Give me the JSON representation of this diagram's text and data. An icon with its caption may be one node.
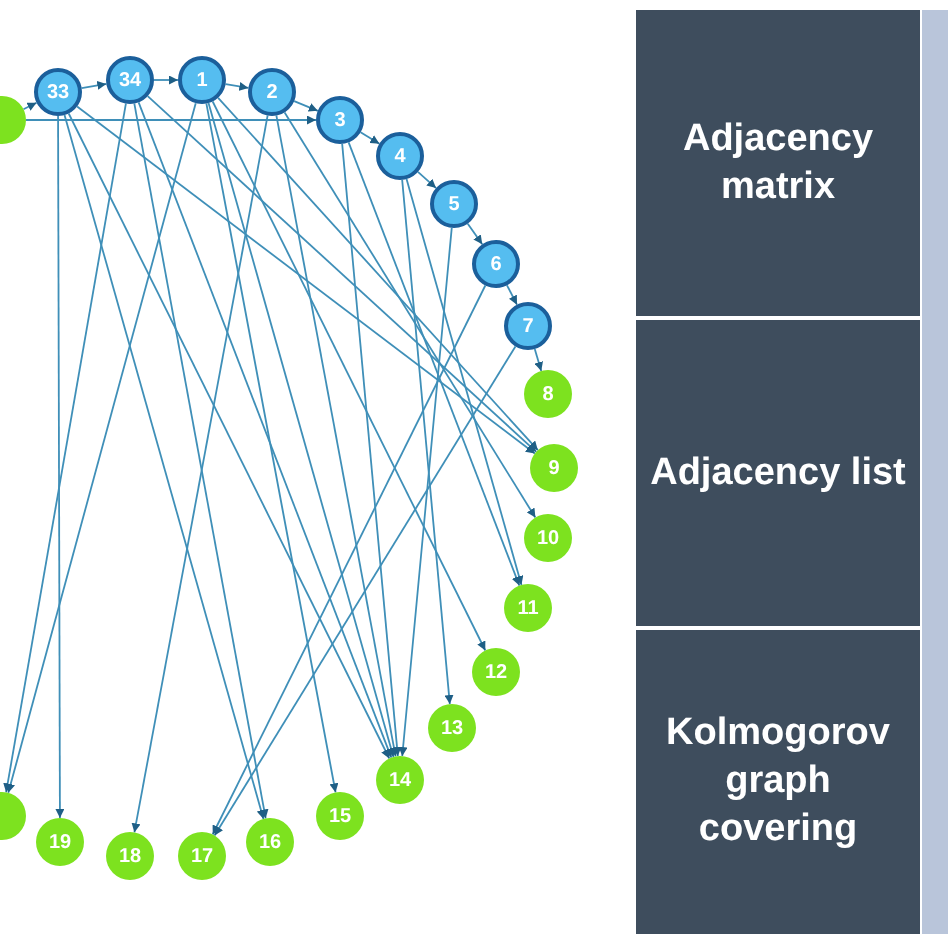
{
  "diagram": {
    "nodes": [
      {
        "text": [
          "33"
        ]
      },
      {
        "text": [
          "34"
        ]
      },
      {
        "text": [
          "1"
        ]
      },
      {
        "text": [
          "2"
        ]
      },
      {
        "text": [
          "3"
        ]
      },
      {
        "text": [
          "4"
        ]
      },
      {
        "text": [
          "5"
        ]
      },
      {
        "text": [
          "6"
        ]
      },
      {
        "text": [
          "7"
        ]
      },
      {
        "text": [
          "8"
        ]
      },
      {
        "text": [
          "9"
        ]
      },
      {
        "text": [
          "10"
        ]
      },
      {
        "text": [
          "11"
        ]
      },
      {
        "text": [
          "12"
        ]
      },
      {
        "text": [
          "13"
        ]
      },
      {
        "text": [
          "14"
        ]
      },
      {
        "text": [
          "15"
        ]
      },
      {
        "text": [
          "16"
        ]
      },
      {
        "text": [
          "17"
        ]
      },
      {
        "text": [
          "18"
        ]
      },
      {
        "text": [
          "19"
        ]
      },
      {
        "text": [],
        "shape": "circle"
      },
      {
        "text": [],
        "shape": "circle"
      },
      {
        "text": [
          "Adjacency matrix"
        ]
      },
      {
        "text": [
          "Adjacency list"
        ]
      },
      {
        "text": [
          "Kolmogorov graph covering"
        ]
      }
    ],
    "edges": [
      {
        "from": 21,
        "to": 0,
        "arrow": "to"
      },
      {
        "from": 0,
        "to": 1,
        "arrow": "to"
      },
      {
        "from": 1,
        "to": 2,
        "arrow": "to"
      },
      {
        "from": 2,
        "to": 3,
        "arrow": "to"
      },
      {
        "from": 3,
        "to": 4,
        "arrow": "to"
      },
      {
        "from": 4,
        "to": 5,
        "arrow": "to"
      },
      {
        "from": 5,
        "to": 6,
        "arrow": "to"
      },
      {
        "from": 6,
        "to": 7,
        "arrow": "to"
      },
      {
        "from": 7,
        "to": 8,
        "arrow": "to"
      },
      {
        "from": 8,
        "to": 9,
        "arrow": "to"
      },
      {
        "from": 0,
        "to": 20,
        "arrow": "to"
      },
      {
        "from": 0,
        "to": 10,
        "arrow": "to"
      },
      {
        "from": 0,
        "to": 15,
        "arrow": "to"
      },
      {
        "from": 0,
        "to": 17,
        "arrow": "to"
      },
      {
        "from": 1,
        "to": 17,
        "arrow": "to"
      },
      {
        "from": 1,
        "to": 15,
        "arrow": "to"
      },
      {
        "from": 1,
        "to": 10,
        "arrow": "to"
      },
      {
        "from": 1,
        "to": 22,
        "arrow": "to"
      },
      {
        "from": 2,
        "to": 16,
        "arrow": "to"
      },
      {
        "from": 2,
        "to": 15,
        "arrow": "to"
      },
      {
        "from": 2,
        "to": 13,
        "arrow": "to"
      },
      {
        "from": 2,
        "to": 10,
        "arrow": "to"
      },
      {
        "from": 2,
        "to": 22,
        "arrow": "to"
      },
      {
        "from": 3,
        "to": 19,
        "arrow": "to"
      },
      {
        "from": 3,
        "to": 15,
        "arrow": "to"
      },
      {
        "from": 3,
        "to": 11,
        "arrow": "to"
      },
      {
        "from": 4,
        "to": 12,
        "arrow": "to"
      },
      {
        "from": 4,
        "to": 15,
        "arrow": "to"
      },
      {
        "from": 5,
        "to": 14,
        "arrow": "to"
      },
      {
        "from": 5,
        "to": 12,
        "arrow": "to"
      },
      {
        "from": 6,
        "to": 15,
        "arrow": "to"
      },
      {
        "from": 7,
        "to": 18,
        "arrow": "to"
      },
      {
        "from": 8,
        "to": 18,
        "arrow": "to"
      },
      {
        "from": 21,
        "to": 4,
        "arrow": "to"
      }
    ]
  }
}
